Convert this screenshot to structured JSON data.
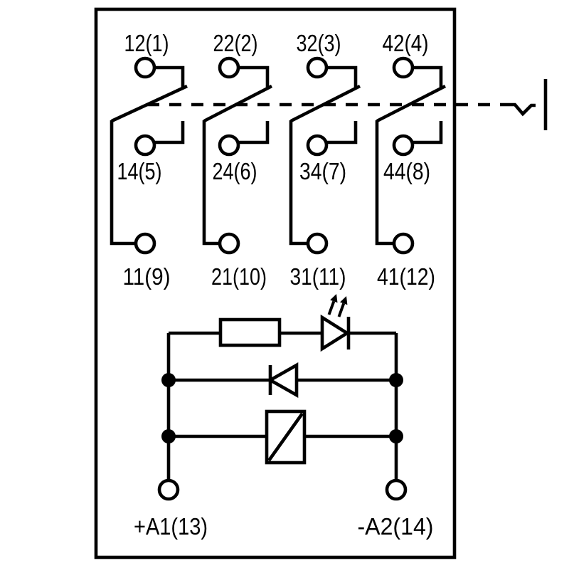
{
  "schematic": {
    "description": "Relay wiring schematic with four changeover (CO) contacts and coil circuit",
    "poles": [
      {
        "nc_label": "12(1)",
        "no_label": "14(5)",
        "common_label": "11(9)"
      },
      {
        "nc_label": "22(2)",
        "no_label": "24(6)",
        "common_label": "21(10)"
      },
      {
        "nc_label": "32(3)",
        "no_label": "34(7)",
        "common_label": "31(11)"
      },
      {
        "nc_label": "42(4)",
        "no_label": "44(8)",
        "common_label": "41(12)"
      }
    ],
    "coil_terminals": {
      "positive_label": "+A1(13)",
      "negative_label": "-A2(14)"
    },
    "components": {
      "resistor": "series resistor",
      "led": "status LED",
      "diode": "freewheeling diode",
      "coil": "relay coil"
    },
    "colors": {
      "line": "#000000",
      "background": "#ffffff"
    }
  }
}
